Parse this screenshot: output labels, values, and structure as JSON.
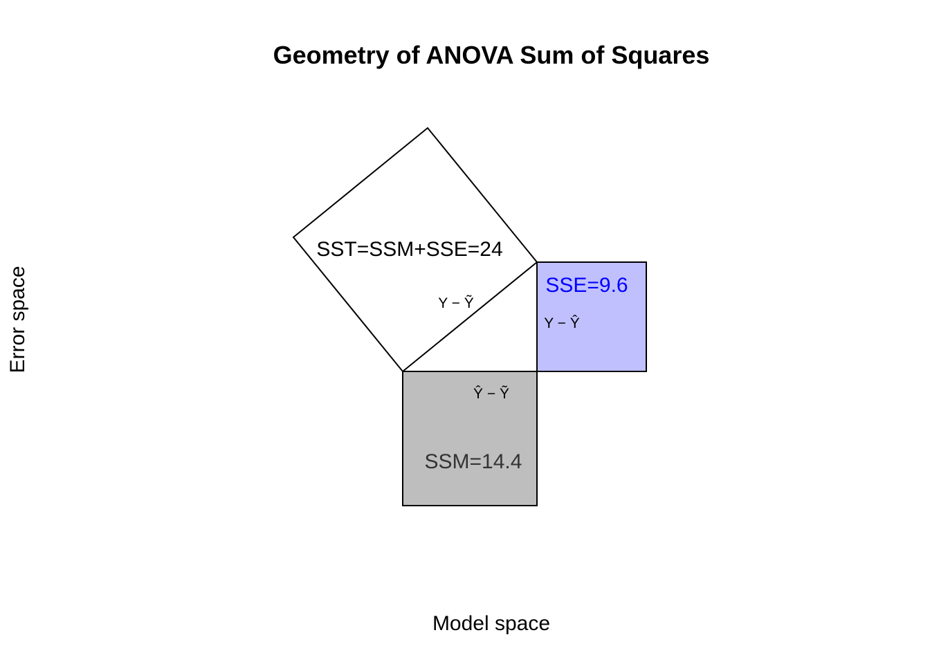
{
  "title": "Geometry of ANOVA Sum of Squares",
  "axes": {
    "xlabel": "Model space",
    "ylabel": "Error space"
  },
  "squares": {
    "sst": {
      "label": "SST=SSM+SSE=24",
      "value": 24,
      "side_label": "Y − Ỹ",
      "fill": "#ffffff"
    },
    "sse": {
      "label": "SSE=9.6",
      "value": 9.6,
      "side_label": "Y − Ŷ",
      "fill": "#c0c0ff",
      "label_color": "#0000ff"
    },
    "ssm": {
      "label": "SSM=14.4",
      "value": 14.4,
      "side_label": "Ŷ − Ỹ",
      "fill": "#bebebe",
      "label_color": "#333333"
    }
  },
  "colors": {
    "stroke": "#000000",
    "background": "#ffffff"
  }
}
